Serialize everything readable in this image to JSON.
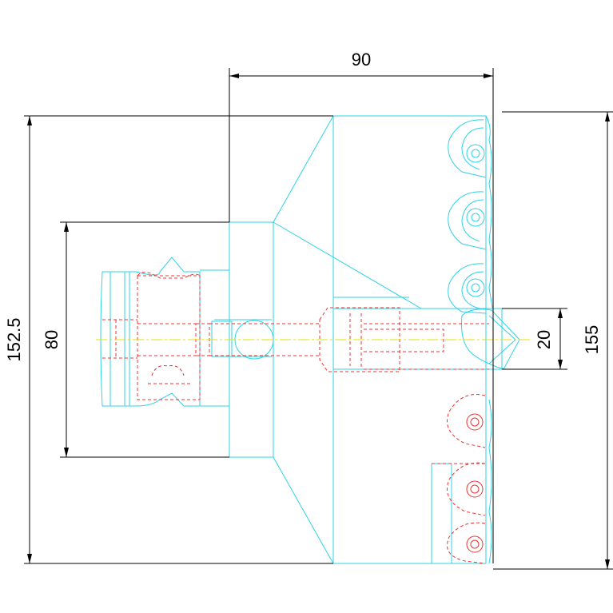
{
  "colors": {
    "part_outline": "#2ed3e6",
    "hidden_lines": "#f03030",
    "dimensions": "#000000",
    "centerline": "#e8e000",
    "background": "#ffffff"
  },
  "dimensions": {
    "top_width": "90",
    "left_height": "152.5",
    "inner_height": "80",
    "right_height": "155",
    "bore_height": "20"
  }
}
